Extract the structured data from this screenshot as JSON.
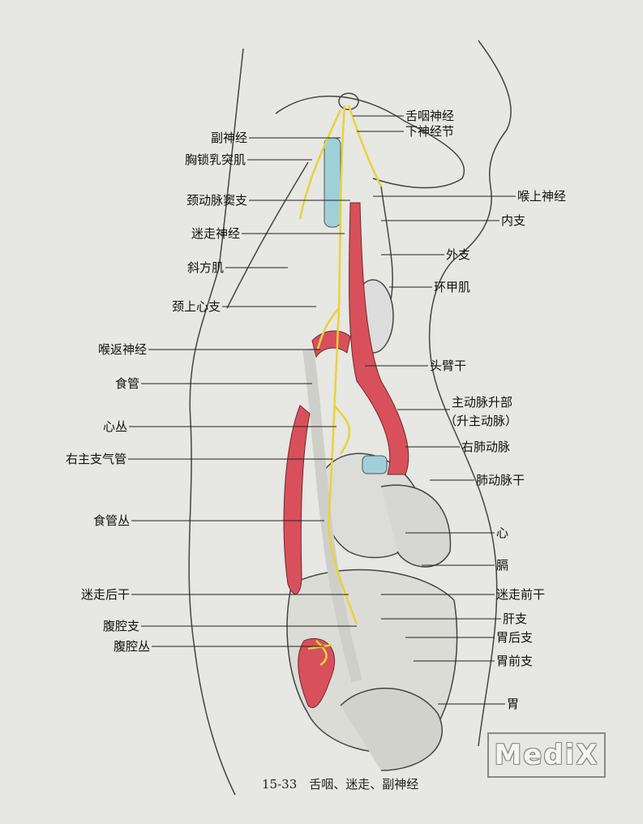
{
  "left_labels": [
    "副神经",
    "胸锁乳突肌",
    "颈动脉窦支",
    "迷走神经",
    "斜方肌",
    "颈上心支",
    "喉返神经",
    "食管",
    "心丛",
    "右主支气管",
    "食管丛",
    "迷走后干",
    "腹腔支",
    "腹腔丛"
  ],
  "right_labels": [
    "舌咽神经",
    "下神经节",
    "喉上神经",
    "内支",
    "外支",
    "环甲肌",
    "头臂干",
    "主动脉升部",
    "（升主动脉）",
    "右肺动脉",
    "肺动脉干",
    "心",
    "膈",
    "迷走前干",
    "肝支",
    "胃后支",
    "胃前支",
    "胃"
  ],
  "caption": "15-33　舌咽、迷走、副神经",
  "watermark": "MediX",
  "colors": {
    "artery": "#d8505c",
    "nerve": "#e8d23a",
    "vein": "#9fd0d8",
    "background": "#e7e7e3"
  }
}
